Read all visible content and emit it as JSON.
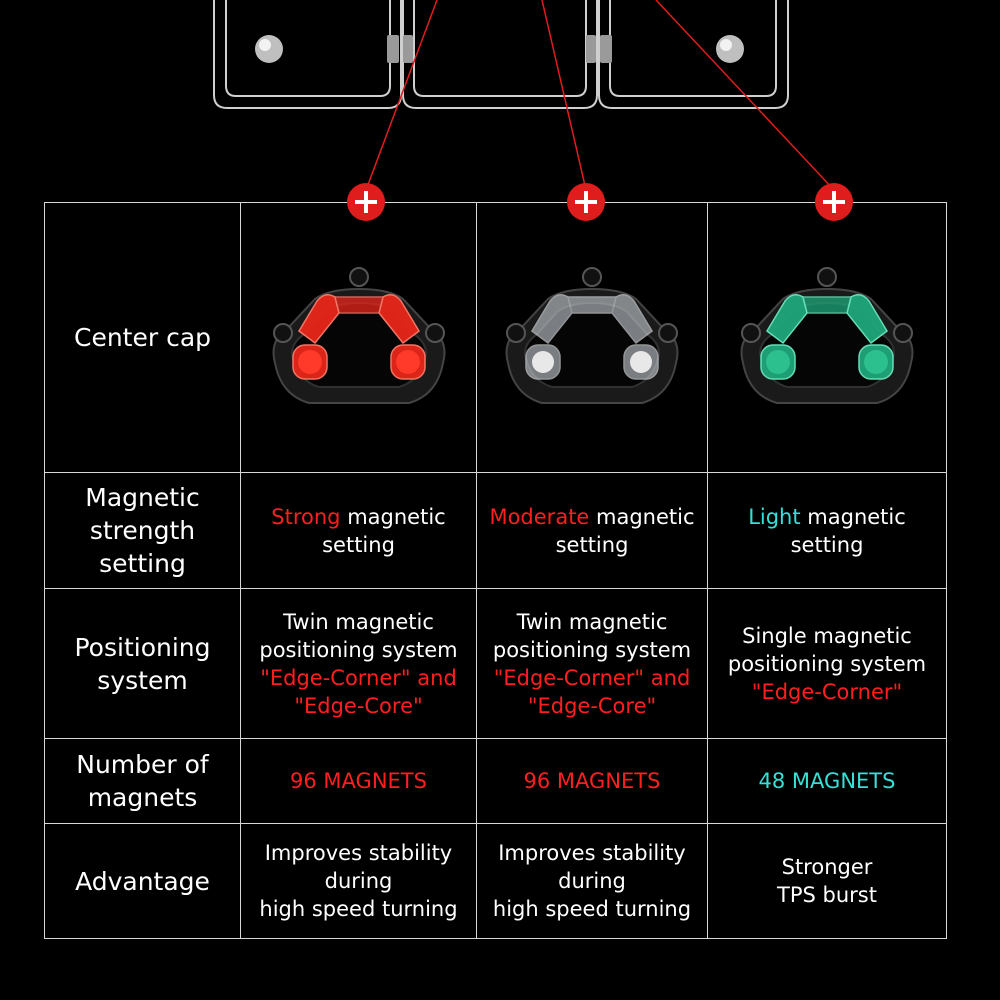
{
  "table": {
    "rows": [
      {
        "label": "Center cap",
        "cells": [
          {
            "icon": "red-center-cap-icon",
            "color": "#e8261a"
          },
          {
            "icon": "clear-center-cap-icon",
            "color": "#d8dde2"
          },
          {
            "icon": "green-center-cap-icon",
            "color": "#1fa77a"
          }
        ]
      },
      {
        "label_lines": [
          "Magnetic",
          "strength",
          "setting"
        ],
        "cells": [
          {
            "highlight": "Strong",
            "highlight_color": "#ff1f1f",
            "rest": "magnetic",
            "line2": "setting"
          },
          {
            "highlight": "Moderate",
            "highlight_color": "#ff1f1f",
            "rest": "magnetic",
            "line2": "setting"
          },
          {
            "highlight": "Light",
            "highlight_color": "#36e0d8",
            "rest": "magnetic",
            "line2": "setting"
          }
        ]
      },
      {
        "label_lines": [
          "Positioning",
          "system"
        ],
        "cells": [
          {
            "lines": [
              "Twin magnetic",
              "positioning system"
            ],
            "red_lines": [
              "\"Edge-Corner\" and",
              "\"Edge-Core\""
            ]
          },
          {
            "lines": [
              "Twin magnetic",
              "positioning system"
            ],
            "red_lines": [
              "\"Edge-Corner\" and",
              "\"Edge-Core\""
            ]
          },
          {
            "lines": [
              "Single magnetic",
              "positioning system"
            ],
            "red_lines": [
              "\"Edge-Corner\""
            ]
          }
        ]
      },
      {
        "label_lines": [
          "Number of",
          "magnets"
        ],
        "cells": [
          {
            "text": "96 MAGNETS",
            "color": "#ff1f1f"
          },
          {
            "text": "96 MAGNETS",
            "color": "#ff1f1f"
          },
          {
            "text": "48 MAGNETS",
            "color": "#36e0d8"
          }
        ]
      },
      {
        "label": "Advantage",
        "cells": [
          {
            "lines": [
              "Improves stability",
              "during",
              "high speed turning"
            ]
          },
          {
            "lines": [
              "Improves stability",
              "during",
              "high speed turning"
            ]
          },
          {
            "lines": [
              "Stronger",
              "TPS burst"
            ]
          }
        ]
      }
    ]
  }
}
